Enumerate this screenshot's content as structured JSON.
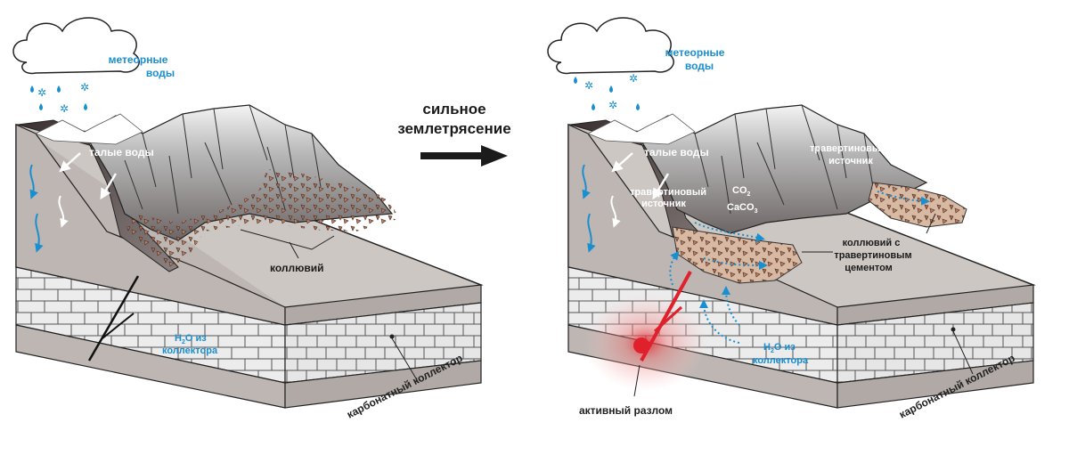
{
  "left_panel": {
    "meteoric_waters": [
      "метеорные",
      "воды"
    ],
    "melt_waters": "талые воды",
    "colluvium": "коллювий",
    "water_from_reservoir_line1": "H",
    "water_from_reservoir_sub": "2",
    "water_from_reservoir_line1_rest": "O из",
    "water_from_reservoir_line2": "коллектора",
    "carbonate_reservoir": "карбонатный коллектор"
  },
  "center": {
    "title_line1": "сильное",
    "title_line2": "землетрясение"
  },
  "right_panel": {
    "meteoric_waters": [
      "метеорные",
      "воды"
    ],
    "melt_waters": "талые воды",
    "travertine_spring_left": [
      "травертиновый",
      "источник"
    ],
    "travertine_spring_right": [
      "травертиновый",
      "источник"
    ],
    "co2_main": "CO",
    "co2_sub": "2",
    "caco3_main": "CaCO",
    "caco3_sub": "3",
    "colluvium_cemented": [
      "коллювий с",
      "травертиновым",
      "цементом"
    ],
    "water_from_reservoir_line1": "H",
    "water_from_reservoir_sub": "2",
    "water_from_reservoir_line1_rest": "O из",
    "water_from_reservoir_line2": "коллектора",
    "carbonate_reservoir": "карбонатный коллектор",
    "active_fault": "активный разлом"
  },
  "colors": {
    "water_blue": "#1a8fd0",
    "fault_red": "#e0202a",
    "block_top": "#cdc7c3",
    "block_side": "#b9b2ae",
    "colluvium_fill": "#c79a7e"
  }
}
